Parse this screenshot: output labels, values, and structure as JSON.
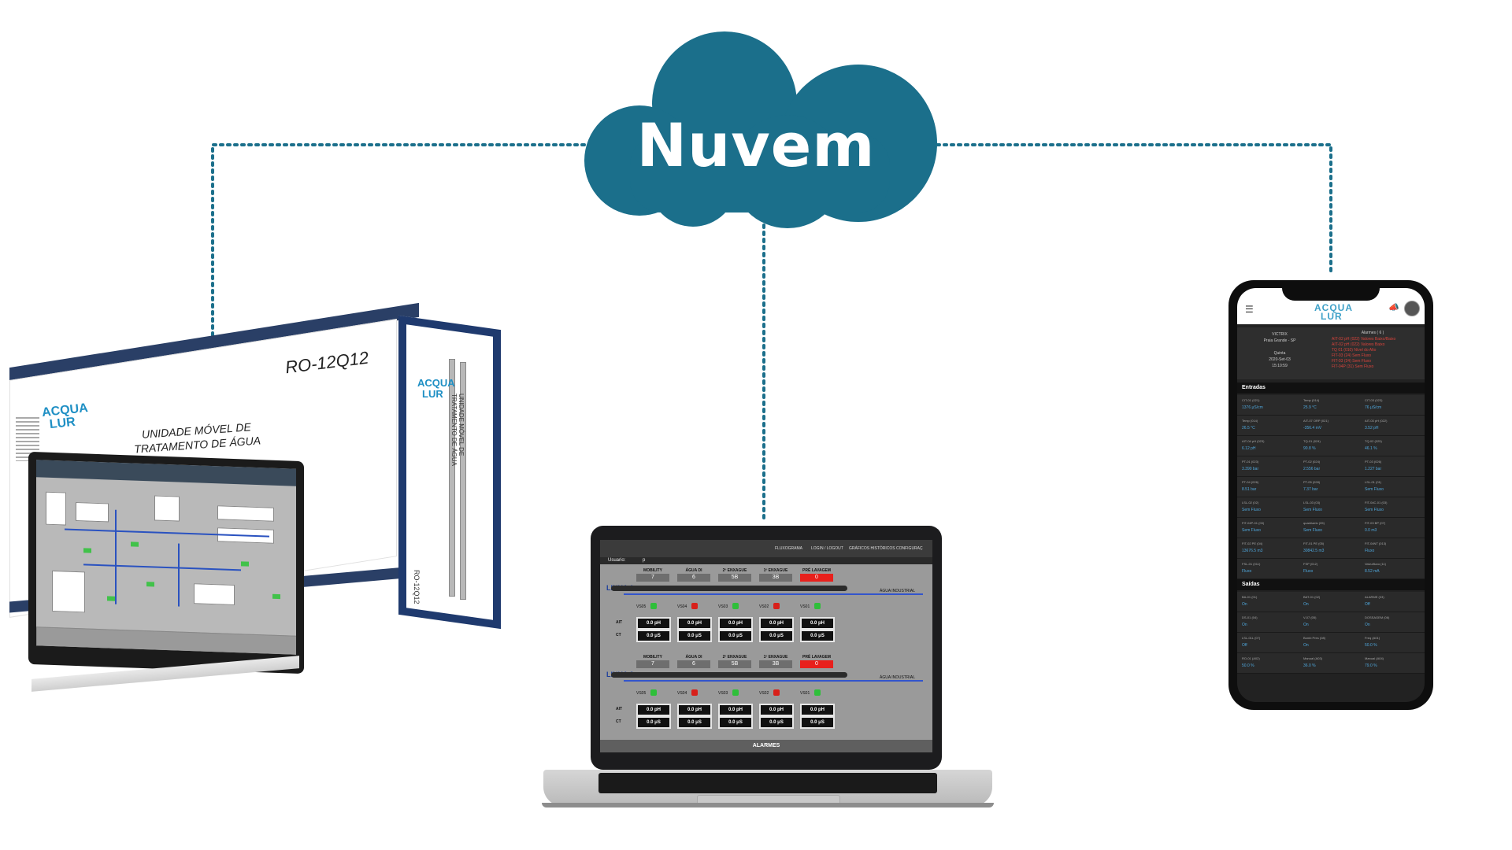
{
  "cloud": {
    "label": "Nuvem",
    "color": "#1b6f8b"
  },
  "connector_color": "#1b6f8b",
  "container": {
    "model": "RO-12Q12",
    "brand_line1": "ACQUA",
    "brand_line2": "LUR",
    "description_line1": "UNIDADE MÓVEL DE",
    "description_line2": "TRATAMENTO DE ÁGUA",
    "side_text": "UNIDADE MÓVEL DE TRATAMENTO DE ÁGUA",
    "side_model": "RO-12Q12",
    "frame_color": "#1f3a6e"
  },
  "laptop": {
    "menu": [
      "FLUXOGRAMA",
      "LOGIN / LOGOUT",
      "GRÁFICOS HISTÓRICOS",
      "CONFIGURAÇ"
    ],
    "user_label": "Usuario:",
    "user_value": "p",
    "lines": [
      {
        "label": "LINHA 1",
        "columns": [
          {
            "head": "MOBILITY",
            "value": "7"
          },
          {
            "head": "ÁGUA DI",
            "value": "6"
          },
          {
            "head": "2º ENXAGUE",
            "value": "5B"
          },
          {
            "head": "1º ENXAGUE",
            "value": "3B"
          },
          {
            "head": "PRÉ LAVAGEM",
            "value": "0"
          }
        ],
        "valves": [
          "VS05",
          "VS04",
          "VS03",
          "VS02",
          "VS01"
        ],
        "ph": [
          "0.0 pH",
          "0.0 pH",
          "0.0 pH",
          "0.0 pH",
          "0.0 pH"
        ],
        "ct": [
          "0.0 μS",
          "0.0 μS",
          "0.0 μS",
          "0.0 μS",
          "0.0 μS"
        ]
      },
      {
        "label": "LINHA 2",
        "columns": [
          {
            "head": "MOBILITY",
            "value": "7"
          },
          {
            "head": "ÁGUA DI",
            "value": "6"
          },
          {
            "head": "2º ENXAGUE",
            "value": "5B"
          },
          {
            "head": "1º ENXAGUE",
            "value": "3B"
          },
          {
            "head": "PRÉ LAVAGEM",
            "value": "0"
          }
        ],
        "valves": [
          "VS05",
          "VS04",
          "VS03",
          "VS02",
          "VS01"
        ],
        "ph": [
          "0.0 pH",
          "0.0 pH",
          "0.0 pH",
          "0.0 pH",
          "0.0 pH"
        ],
        "ct": [
          "0.0 μS",
          "0.0 μS",
          "0.0 μS",
          "0.0 μS",
          "0.0 μS"
        ]
      }
    ],
    "row_tag_ph": "AIT",
    "row_tag_ct": "CT",
    "pipe_tag": "ÁGUA INDUSTRIAL",
    "alarm_label": "ALARMES",
    "status_red": "#e8201c"
  },
  "phone": {
    "logo_line1": "ACQUA",
    "logo_line2": "LUR",
    "info": {
      "site": "VICTRIX",
      "location": "Praia Grande - SP",
      "day": "Quinta",
      "date": "2020-Set-03",
      "time": "15:10:59",
      "alarm_title": "Alarmes ( 6 )",
      "alarms": [
        "AIT-02 pH (022) Valores Baixo/Baixo",
        "AIT-02 pH (022) Valores Baixo",
        "TQ 01 (010) Nível do Alto",
        "FIT-03 (24) Sem Fluxo",
        "FIT-03 (24) Sem Fluxo",
        "FIT-04P (31) Sem Fluxo"
      ]
    },
    "entradas_title": "Entradas",
    "entradas": [
      [
        {
          "l": "CIT-01 (021)",
          "v": "1376 μS/cm"
        },
        {
          "l": "Temp (014)",
          "v": "25.9 °C"
        },
        {
          "l": "CIT-03 (023)",
          "v": "76 μS/cm"
        }
      ],
      [
        {
          "l": "Temp (014)",
          "v": "26.5 °C"
        },
        {
          "l": "AIT-07 ORP (021)",
          "v": "-356.4 mV"
        },
        {
          "l": "AIT-03 pH (022)",
          "v": "3.52 pH"
        }
      ],
      [
        {
          "l": "AIT-04 pH (023)",
          "v": "6.12 pH"
        },
        {
          "l": "TQ-01 (024)",
          "v": "90.8 %"
        },
        {
          "l": "TQ-02 (025)",
          "v": "46.1 %"
        }
      ],
      [
        {
          "l": "PT-01 (023)",
          "v": "3.390 bar"
        },
        {
          "l": "PT-02 (024)",
          "v": "2.556 bar"
        },
        {
          "l": "PT-03 (026)",
          "v": "1.227 bar"
        }
      ],
      [
        {
          "l": "PT-04 (026)",
          "v": "8.51 bar"
        },
        {
          "l": "PT-05 (028)",
          "v": "7.37 bar"
        },
        {
          "l": "LSL-01 (01)",
          "v": "Sem Fluxo"
        }
      ],
      [
        {
          "l": "LSL-02 (02)",
          "v": "Sem Fluxo"
        },
        {
          "l": "LSL-03 (03)",
          "v": "Sem Fluxo"
        },
        {
          "l": "FIT-04C-01 (03)",
          "v": "Sem Fluxo"
        }
      ],
      [
        {
          "l": "FIT-04P-01 (03)",
          "v": "Sem Fluxo"
        },
        {
          "l": "quadriaelo (05)",
          "v": "Sem Fluxo"
        },
        {
          "l": "FIT-03 BP (07)",
          "v": "0.0 m3"
        }
      ],
      [
        {
          "l": "FIT-02 PE (04)",
          "v": "13676.5 m3"
        },
        {
          "l": "FIT-01 PE (05)",
          "v": "30842.5 m3"
        },
        {
          "l": "FIT-04NT (013)",
          "v": "Fluxo"
        }
      ],
      [
        {
          "l": "FSL-01 (011)",
          "v": "Fluxo"
        },
        {
          "l": "FSP (012)",
          "v": "Fluxo"
        },
        {
          "l": "Valvulfluxo (11)",
          "v": "8.52 mA"
        }
      ]
    ],
    "saidas_title": "Saídas",
    "saidas": [
      [
        {
          "l": "BA-01 (01)",
          "v": "On"
        },
        {
          "l": "BAT-01 (02)",
          "v": "On"
        },
        {
          "l": "ALARME (03)",
          "v": "Off"
        }
      ],
      [
        {
          "l": "DS-01 (04)",
          "v": "On"
        },
        {
          "l": "V-07 (05)",
          "v": "On"
        },
        {
          "l": "DOSSAGEM (06)",
          "v": "On"
        }
      ],
      [
        {
          "l": "LSL-01L (07)",
          "v": "Off"
        },
        {
          "l": "Bomb Pres (08)",
          "v": "On"
        },
        {
          "l": "Freq (A01)",
          "v": "50.0 %"
        }
      ],
      [
        {
          "l": "RO-01 (A02)",
          "v": "50.0 %"
        },
        {
          "l": "Manual (A03)",
          "v": "36.0 %"
        },
        {
          "l": "Manual (A04)",
          "v": "79.0 %"
        }
      ]
    ]
  }
}
